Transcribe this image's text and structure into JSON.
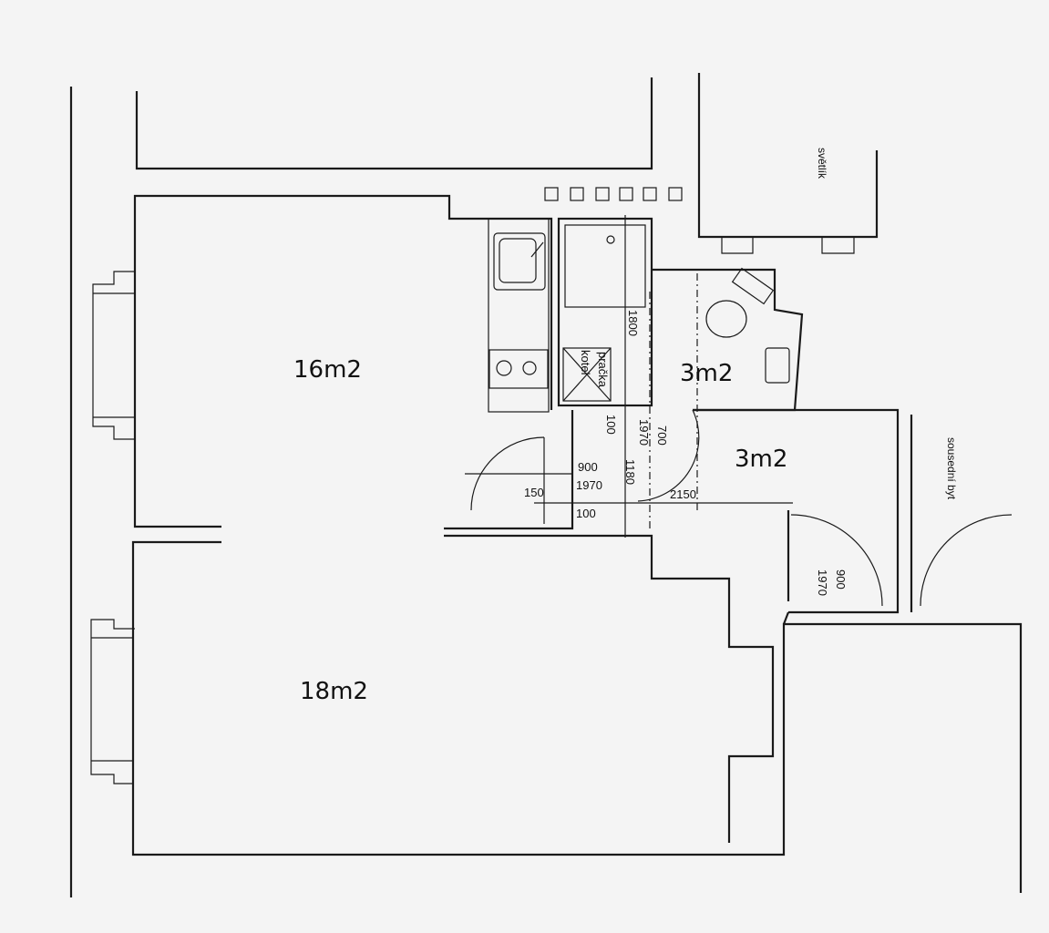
{
  "rooms": [
    {
      "name": "room-living",
      "area": "16m2"
    },
    {
      "name": "room-bedroom",
      "area": "18m2"
    },
    {
      "name": "room-bathroom",
      "area": "3m2"
    },
    {
      "name": "room-hallway",
      "area": "3m2"
    }
  ],
  "labels": {
    "lightwell": "světlík",
    "neighbor_flat": "sousední byt",
    "boiler": "kotel",
    "washer": "pračka"
  },
  "dimensions": {
    "shower_length": "1800",
    "door_gap": "100",
    "door_height_1": "1970",
    "door_width_700": "700",
    "depth_1180": "1180",
    "hall_length": "2150",
    "door_main_width": "900",
    "door_main_height": "1970",
    "wall_150": "150",
    "wall_100": "100",
    "entry_door_height": "1970",
    "entry_door_width": "900"
  }
}
